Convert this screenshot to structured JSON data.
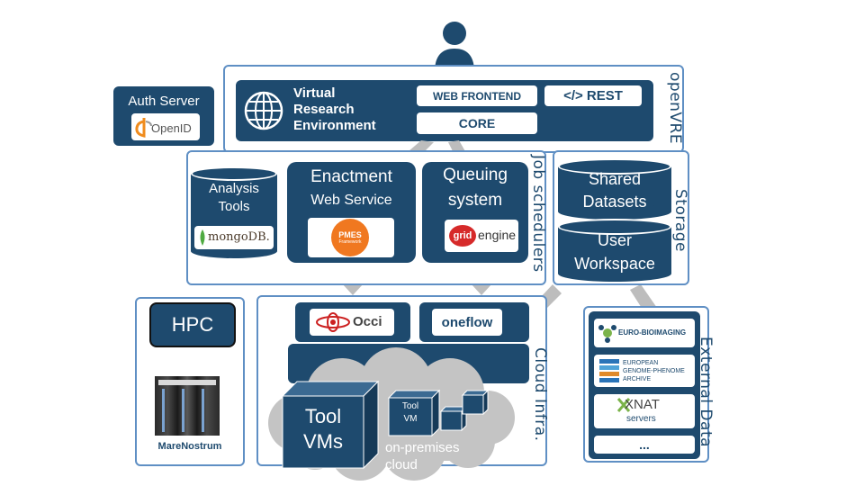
{
  "openvre": {
    "side_label": "openVRE",
    "vre_line1": "Virtual",
    "vre_line2": "Research",
    "vre_line3": "Environment",
    "web_frontend": "WEB FRONTEND",
    "rest": "</> REST",
    "core": "CORE"
  },
  "auth": {
    "title": "Auth Server",
    "logo_text": "OpenID"
  },
  "jobs": {
    "side_label": "Job schedulers",
    "analysis_line1": "Analysis",
    "analysis_line2": "Tools",
    "mongodb": "mongoDB.",
    "enactment_line1": "Enactment",
    "enactment_line2": "Web Service",
    "pmes_line1": "PMES",
    "pmes_line2": "Framework",
    "queuing_line1": "Queuing",
    "queuing_line2": "system",
    "grid_logo": "grid",
    "engine_logo": "engine"
  },
  "storage": {
    "side_label": "Storage",
    "shared_line1": "Shared",
    "shared_line2": "Datasets",
    "user_line1": "User",
    "user_line2": "Workspace"
  },
  "hpc": {
    "title": "HPC",
    "caption": "MareNostrum"
  },
  "cloud": {
    "side_label": "Cloud Infra.",
    "occi": "Occi",
    "oneflow": "oneflow",
    "tool_line1": "Tool",
    "tool_line2": "VMs",
    "small_line1": "Tool",
    "small_line2": "VM",
    "onprem_line1": "on-premises",
    "onprem_line2": "cloud"
  },
  "external": {
    "side_label": "External Data",
    "euro": "EURO-BIOIMAGING",
    "ega_line1": "EUROPEAN",
    "ega_line2": "GENOME-PHENOME",
    "ega_line3": "ARCHIVE",
    "xnat": "XNAT",
    "servers": "servers",
    "more": "..."
  },
  "colors": {
    "navy": "#1e4a6e",
    "frame": "#5f8fc4",
    "arrow": "#bdbdbd",
    "cloud": "#c4c4c4"
  }
}
